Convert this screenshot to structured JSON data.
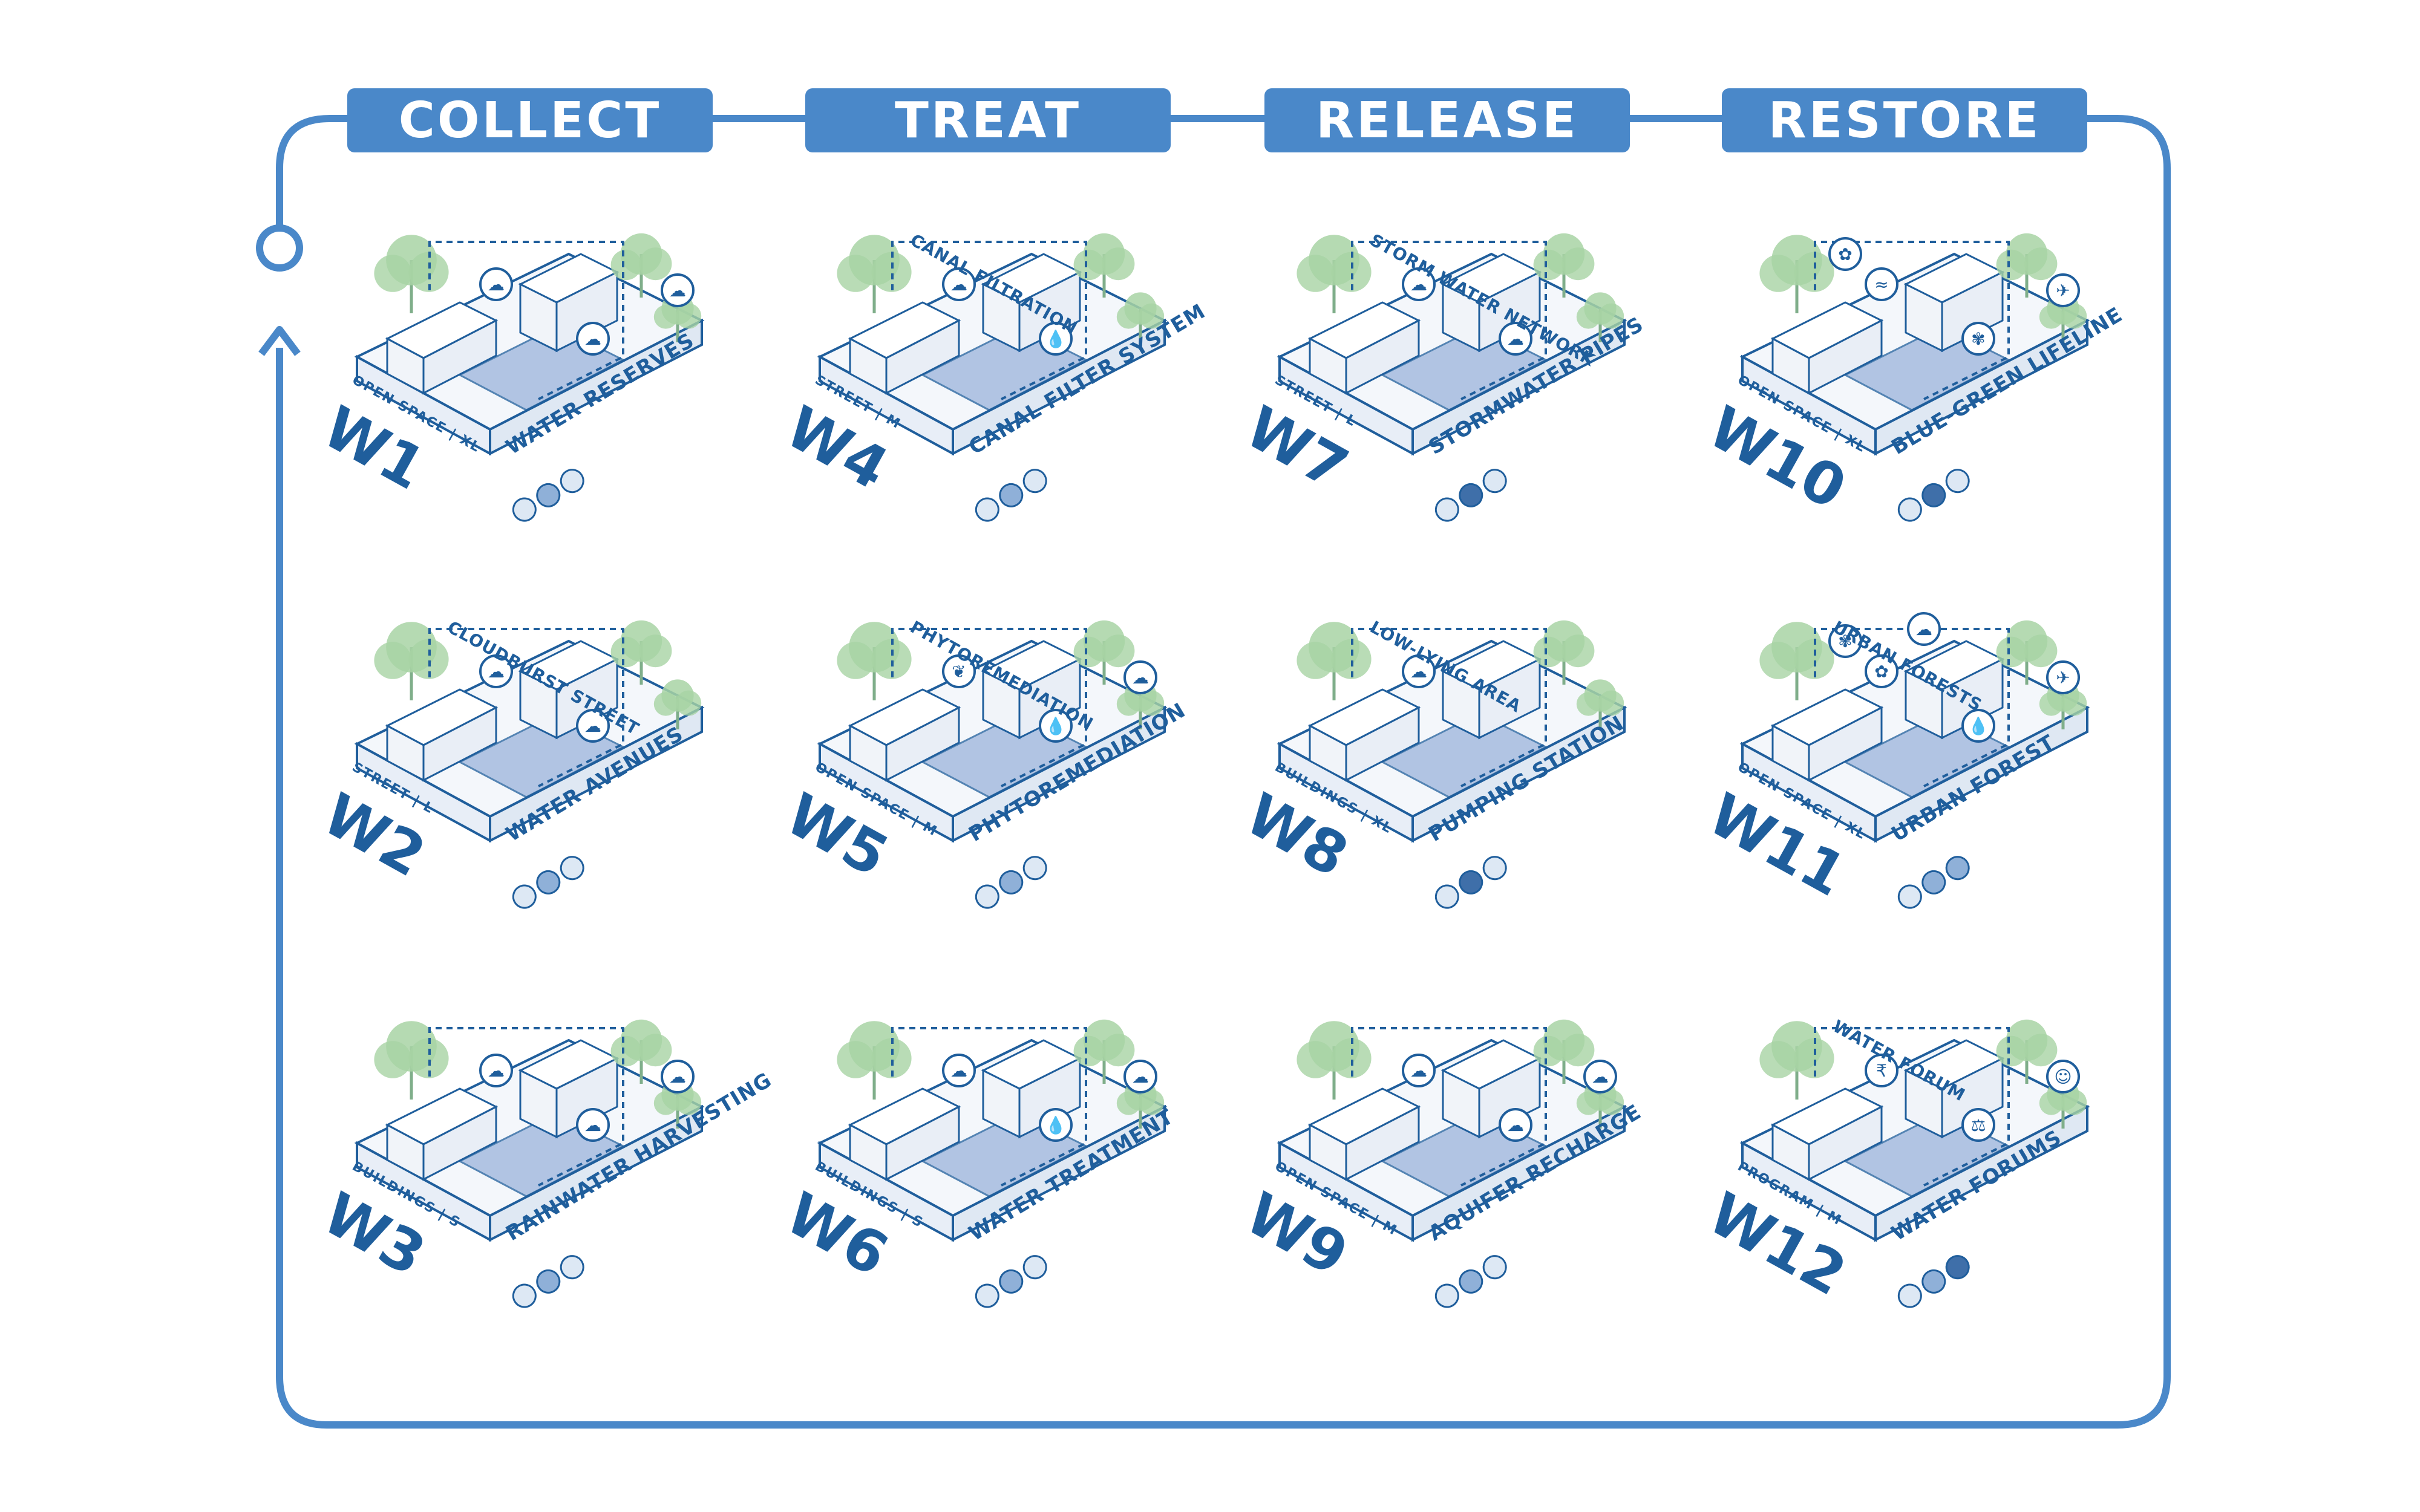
{
  "stages": [
    "COLLECT",
    "TREAT",
    "RELEASE",
    "RESTORE"
  ],
  "cards": [
    {
      "id": "W1",
      "category": "OPEN SPACE | XL",
      "name": "WATER RESERVES",
      "path": "",
      "scale_fill": [
        "light",
        "mid",
        "light"
      ]
    },
    {
      "id": "W2",
      "category": "STREET | L",
      "name": "WATER AVENUES",
      "path": "CLOUDBURST STREET",
      "scale_fill": [
        "light",
        "mid",
        "light"
      ]
    },
    {
      "id": "W3",
      "category": "BUILDINGS | S",
      "name": "RAINWATER HARVESTING",
      "path": "",
      "scale_fill": [
        "light",
        "mid",
        "light"
      ]
    },
    {
      "id": "W4",
      "category": "STREET | M",
      "name": "CANAL FILTER SYSTEM",
      "path": "CANAL FILTRATION",
      "scale_fill": [
        "light",
        "mid",
        "light"
      ]
    },
    {
      "id": "W5",
      "category": "OPEN SPACE | M",
      "name": "PHYTOREMEDIATION",
      "path": "PHYTOREMEDIATION",
      "scale_fill": [
        "light",
        "mid",
        "light"
      ]
    },
    {
      "id": "W6",
      "category": "BUILDINGS | S",
      "name": "WATER TREATMENT",
      "path": "",
      "scale_fill": [
        "light",
        "mid",
        "light"
      ]
    },
    {
      "id": "W7",
      "category": "STREET | L",
      "name": "STORMWATER PIPES",
      "path": "STORM WATER NETWORK",
      "scale_fill": [
        "light",
        "dark",
        "light"
      ]
    },
    {
      "id": "W8",
      "category": "BUILDINGS | XL",
      "name": "PUMPING STATION",
      "path": "LOW-LYING AREA",
      "scale_fill": [
        "light",
        "dark",
        "light"
      ]
    },
    {
      "id": "W9",
      "category": "OPEN SPACE | M",
      "name": "AQUIFER RECHARGE",
      "path": "",
      "scale_fill": [
        "light",
        "mid",
        "light"
      ]
    },
    {
      "id": "W10",
      "category": "OPEN SPACE | XL",
      "name": "BLUE-GREEN LIFELINE",
      "path": "",
      "scale_fill": [
        "light",
        "dark",
        "light"
      ]
    },
    {
      "id": "W11",
      "category": "OPEN SPACE | XL",
      "name": "URBAN FOREST",
      "path": "URBAN FORESTS",
      "scale_fill": [
        "light",
        "mid",
        "mid"
      ]
    },
    {
      "id": "W12",
      "category": "PROGRAM | M",
      "name": "WATER FORUMS",
      "path": "WATER FORUM",
      "scale_fill": [
        "light",
        "mid",
        "dark"
      ]
    }
  ],
  "colors": {
    "accent": "#4a88c9",
    "ink": "#1f5e9c",
    "water": "#9bb4dc",
    "green": "#a8d3a4",
    "light": "#dde8f4",
    "mid": "#8fb0d8",
    "dark": "#3f6fa9"
  },
  "icons": [
    "rain-cloud-icon",
    "water-drop-icon",
    "leaf-icon",
    "bird-icon",
    "butterfly-icon",
    "fish-icon",
    "squirrel-icon",
    "rupee-icon",
    "scales-icon",
    "people-icon",
    "cycle-start-node-icon",
    "cycle-arrow-icon"
  ]
}
